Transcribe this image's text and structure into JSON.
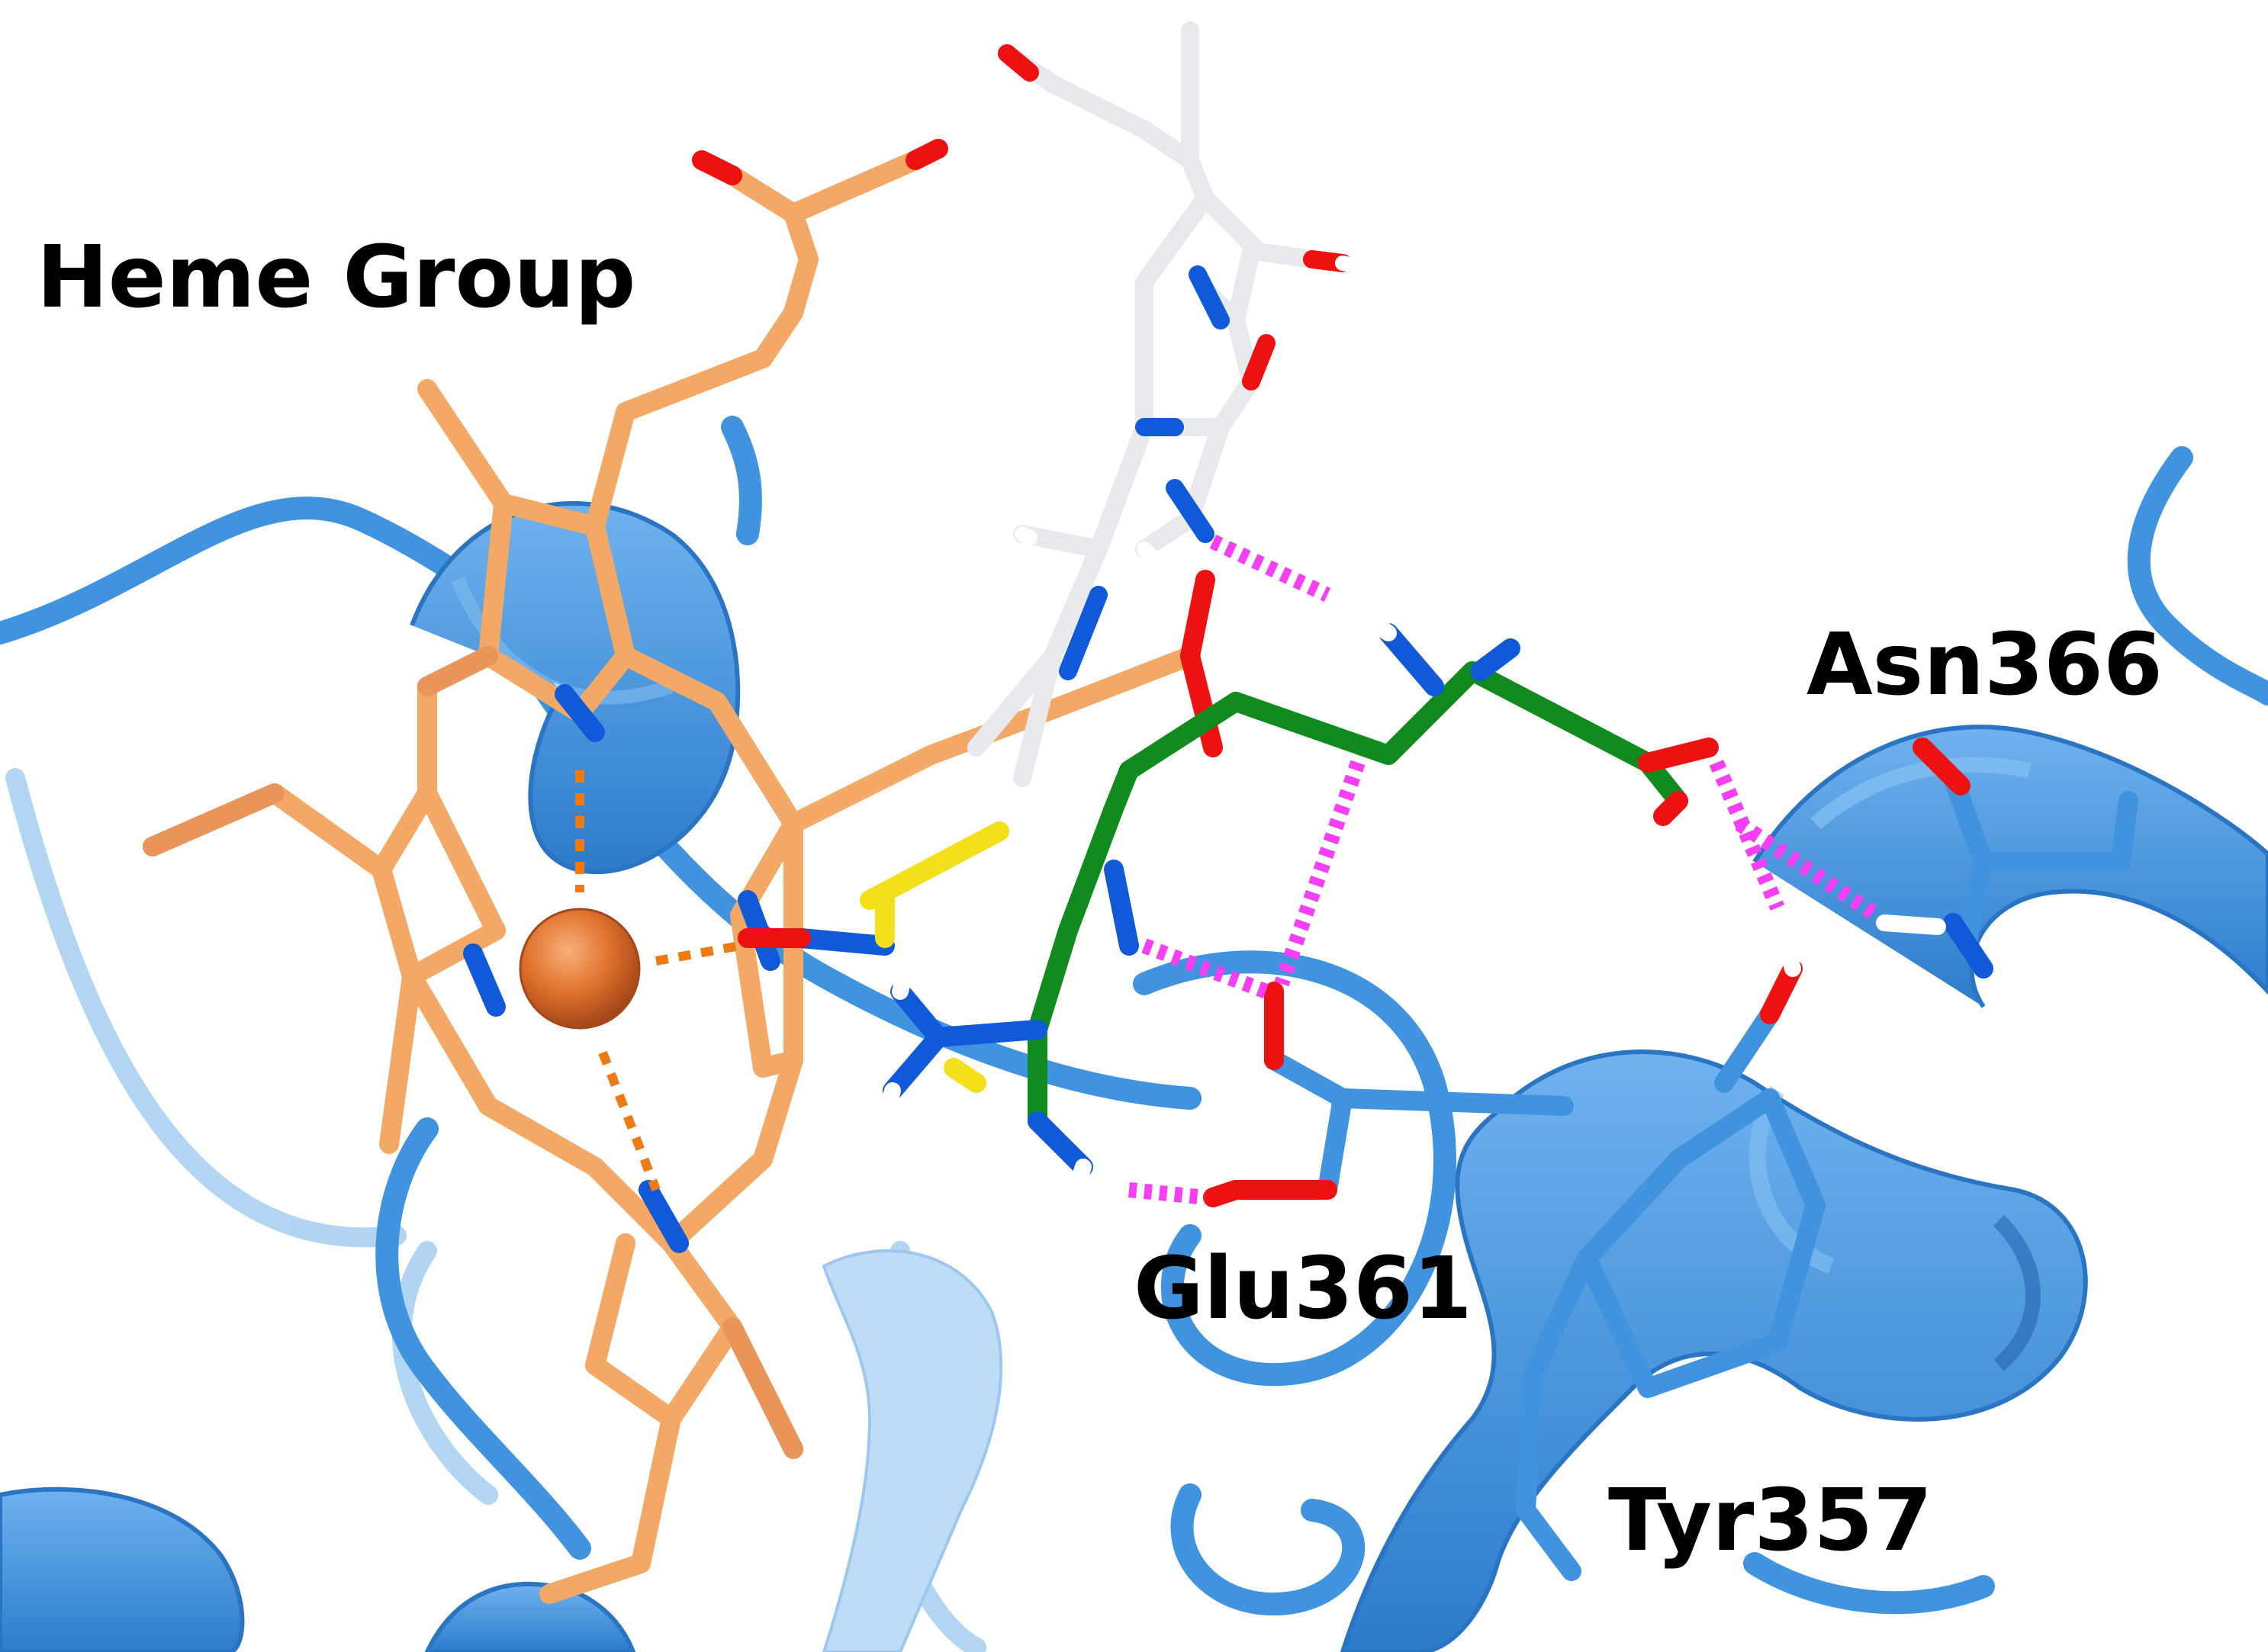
{
  "labels": {
    "heme": "Heme Group",
    "asn": "Asn366",
    "glu": "Glu361",
    "tyr": "Tyr357"
  },
  "colors": {
    "ribbon": "#3f93df",
    "ribbon_light": "#8fc0ec",
    "heme_carbon": "#f3a865",
    "heme_carbon_dark": "#e9955a",
    "ligand_carbon": "#118a1e",
    "cofactor_carbon": "#e7e9ec",
    "nitrogen": "#1059d9",
    "oxygen": "#ee1111",
    "sulfur": "#f4e01a",
    "hydrogen": "#ffffff",
    "iron": "#e0712c",
    "hbond": "#f53ff5",
    "coordination": "#ee7a16"
  }
}
